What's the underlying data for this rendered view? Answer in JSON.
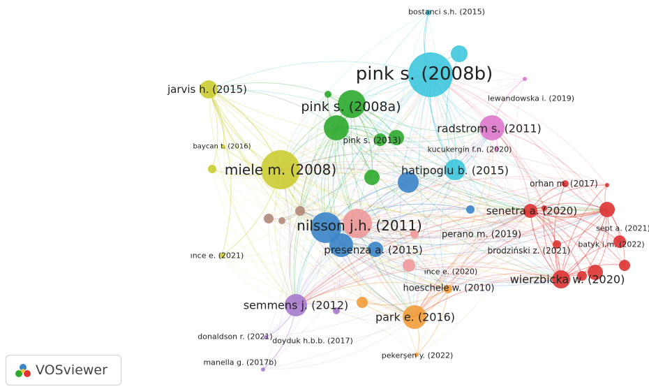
{
  "app": {
    "brand_name": "VOSviewer",
    "logo_icon": "vosviewer-logo-icon"
  },
  "colors": {
    "cyan": "#3ec7dd",
    "green": "#2eaa2e",
    "yellow": "#cccc33",
    "blue": "#3a84c8",
    "red": "#dd3333",
    "pink": "#ee9999",
    "orange": "#f29c38",
    "purple": "#a67acc",
    "magenta": "#dd77cc",
    "brown": "#b4887c"
  },
  "network": {
    "nodes": [
      {
        "id": "pink08b",
        "label": "pink s. (2008b)",
        "cluster": "cyan"
      },
      {
        "id": "bostanci",
        "label": "bostanci s.h. (2015)",
        "cluster": "cyan"
      },
      {
        "id": "cyan_small",
        "label": "",
        "cluster": "cyan"
      },
      {
        "id": "hatipoglu",
        "label": "hatipoglu b. (2015)",
        "cluster": "cyan"
      },
      {
        "id": "pink08a",
        "label": "pink s. (2008a)",
        "cluster": "green"
      },
      {
        "id": "pink13",
        "label": "pink s. (2013)",
        "cluster": "green"
      },
      {
        "id": "green1",
        "label": "",
        "cluster": "green"
      },
      {
        "id": "green2",
        "label": "",
        "cluster": "green"
      },
      {
        "id": "green3",
        "label": "",
        "cluster": "green"
      },
      {
        "id": "green4",
        "label": "",
        "cluster": "green"
      },
      {
        "id": "radstrom",
        "label": "radstrom s. (2011)",
        "cluster": "magenta"
      },
      {
        "id": "lewandowska",
        "label": "lewandowska i. (2019)",
        "cluster": "magenta"
      },
      {
        "id": "kucukergin",
        "label": "kucukergin f.n. (2020)",
        "cluster": "magenta"
      },
      {
        "id": "jarvis",
        "label": "jarvis h. (2015)",
        "cluster": "yellow"
      },
      {
        "id": "baycan",
        "label": "baycan t. (2016)",
        "cluster": "yellow"
      },
      {
        "id": "miele",
        "label": "miele m. (2008)",
        "cluster": "yellow"
      },
      {
        "id": "yellow_small",
        "label": "",
        "cluster": "yellow"
      },
      {
        "id": "ince21",
        "label": "ınce e. (2021)",
        "cluster": "yellow"
      },
      {
        "id": "nilsson",
        "label": "nilsson j.h. (2011)",
        "cluster": "blue"
      },
      {
        "id": "presenza",
        "label": "presenza a. (2015)",
        "cluster": "blue"
      },
      {
        "id": "blue1",
        "label": "",
        "cluster": "blue"
      },
      {
        "id": "blue2",
        "label": "",
        "cluster": "blue"
      },
      {
        "id": "blue3",
        "label": "",
        "cluster": "blue"
      },
      {
        "id": "pink_big",
        "label": "",
        "cluster": "pink"
      },
      {
        "id": "ince20",
        "label": "ınce e. (2020)",
        "cluster": "pink"
      },
      {
        "id": "perano",
        "label": "perano m. (2019)",
        "cluster": "pink"
      },
      {
        "id": "brown1",
        "label": "",
        "cluster": "brown"
      },
      {
        "id": "brown2",
        "label": "",
        "cluster": "brown"
      },
      {
        "id": "brown3",
        "label": "",
        "cluster": "brown"
      },
      {
        "id": "senetra",
        "label": "senetra a. (2020)",
        "cluster": "red"
      },
      {
        "id": "orhan",
        "label": "orhan m. (2017)",
        "cluster": "red"
      },
      {
        "id": "sept",
        "label": "sept a. (2021)",
        "cluster": "red"
      },
      {
        "id": "batyk",
        "label": "batyk i.m. (2022)",
        "cluster": "red"
      },
      {
        "id": "brodzinski",
        "label": "brodziński z. (2021)",
        "cluster": "red"
      },
      {
        "id": "wierzbicka",
        "label": "wierzbicka w. (2020)",
        "cluster": "red"
      },
      {
        "id": "red1",
        "label": "",
        "cluster": "red"
      },
      {
        "id": "red2",
        "label": "",
        "cluster": "red"
      },
      {
        "id": "red3",
        "label": "",
        "cluster": "red"
      },
      {
        "id": "red4",
        "label": "",
        "cluster": "red"
      },
      {
        "id": "red5",
        "label": "",
        "cluster": "red"
      },
      {
        "id": "hoeschele",
        "label": "hoeschele w. (2010)",
        "cluster": "orange"
      },
      {
        "id": "park",
        "label": "park e. (2016)",
        "cluster": "orange"
      },
      {
        "id": "pekersen",
        "label": "pekerşen y. (2022)",
        "cluster": "orange"
      },
      {
        "id": "orange_small",
        "label": "",
        "cluster": "orange"
      },
      {
        "id": "semmens",
        "label": "semmens j. (2012)",
        "cluster": "purple"
      },
      {
        "id": "donaldson",
        "label": "donaldson r. (2021)",
        "cluster": "purple"
      },
      {
        "id": "doyduk",
        "label": "doyduk h.b.b. (2017)",
        "cluster": "purple"
      },
      {
        "id": "manella",
        "label": "manella g. (2017b)",
        "cluster": "purple"
      }
    ]
  }
}
